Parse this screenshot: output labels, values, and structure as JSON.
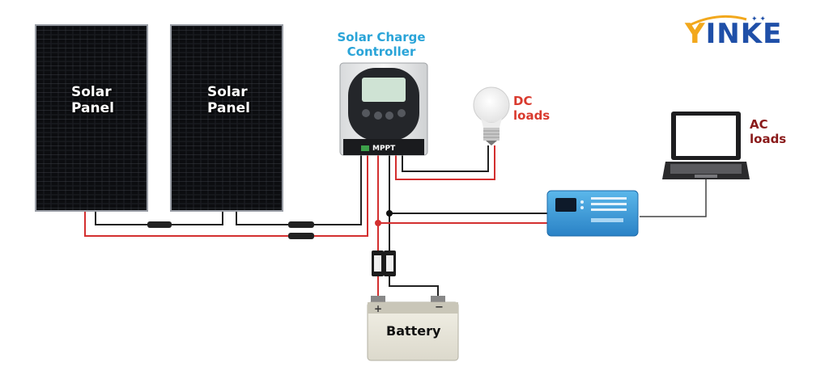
{
  "labels": {
    "panel1": "Solar\nPanel",
    "panel2": "Solar\nPanel",
    "controller": "Solar Charge\nController",
    "dc_loads": "DC\nloads",
    "ac_loads": "AC\nloads",
    "battery": "Battery",
    "battery_plus": "+",
    "battery_minus": "−",
    "mppt": "MPPT"
  },
  "logo": {
    "text": "YINKE",
    "y_letter": "Y",
    "rest": "INKE"
  },
  "colors": {
    "positive_wire": "#d32f2f",
    "negative_wire": "#111111",
    "controller_label": "#2aa4d8",
    "dc_loads_label": "#d93a2e",
    "ac_loads_label": "#8a1a1a",
    "logo_blue": "#1f4fa8",
    "logo_yellow": "#f2a81d"
  }
}
